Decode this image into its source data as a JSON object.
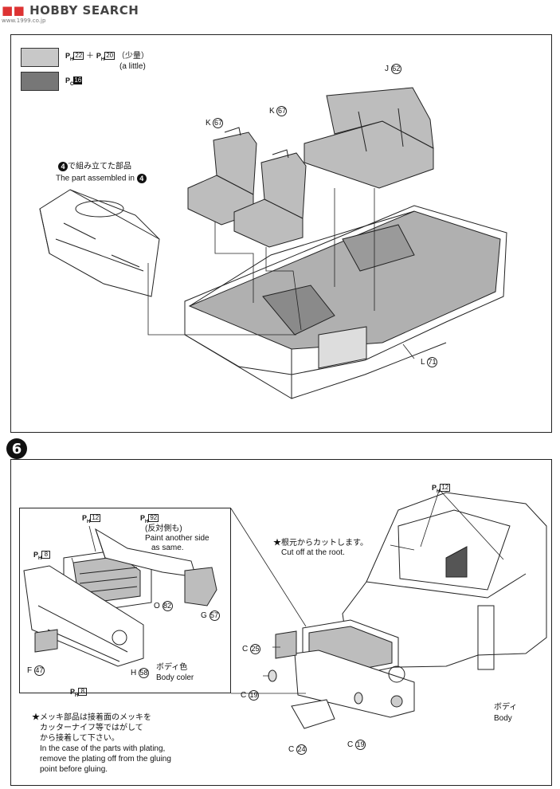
{
  "watermark": {
    "brand": "HOBBY SEARCH",
    "url": "www.1999.co.jp"
  },
  "legend": {
    "light": {
      "paint1": "22",
      "plus": "＋",
      "paint2": "20",
      "ja": "（少量）",
      "en": "(a little)"
    },
    "dark": {
      "paint": "16"
    }
  },
  "step5": {
    "assembled_ja_pre": "で組み立てた部品",
    "assembled_en_pre": "The part assembled in",
    "step_ref": "4",
    "parts": {
      "k67a": {
        "letter": "K",
        "num": "67"
      },
      "k67b": {
        "letter": "K",
        "num": "67"
      },
      "j62": {
        "letter": "J",
        "num": "62"
      },
      "l71": {
        "letter": "L",
        "num": "71"
      }
    }
  },
  "step6": {
    "number": "6",
    "paint_h12_inset": "12",
    "paint_h92": "92",
    "other_side_ja": "(反対側も)",
    "other_side_en1": "Paint another side",
    "other_side_en2": "as same.",
    "paint_h8_top": "8",
    "paint_h8_bottom": "8",
    "body_color_ja": "ボディ色",
    "body_color_en": "Body coler",
    "paint_h12_body": "12",
    "cut_ja": "★根元からカットします。",
    "cut_en": "Cut off at the root.",
    "body_ja": "ボディ",
    "body_en": "Body",
    "plating_ja1": "★メッキ部品は接着面のメッキを",
    "plating_ja2": "カッターナイフ等ではがして",
    "plating_ja3": "から接着して下さい。",
    "plating_en1": "In the case of the parts with plating,",
    "plating_en2": "remove the plating off from the gluing",
    "plating_en3": "point before gluing.",
    "parts": {
      "o82": {
        "letter": "O",
        "num": "82"
      },
      "g57": {
        "letter": "G",
        "num": "57"
      },
      "f47": {
        "letter": "F",
        "num": "47"
      },
      "h58": {
        "letter": "H",
        "num": "58"
      },
      "c25": {
        "letter": "C",
        "num": "25"
      },
      "c19a": {
        "letter": "C",
        "num": "19"
      },
      "c24": {
        "letter": "C",
        "num": "24"
      },
      "c19b": {
        "letter": "C",
        "num": "19"
      }
    }
  },
  "colors": {
    "light_swatch": "#c8c8c8",
    "dark_swatch": "#777777",
    "ink": "#111111"
  }
}
